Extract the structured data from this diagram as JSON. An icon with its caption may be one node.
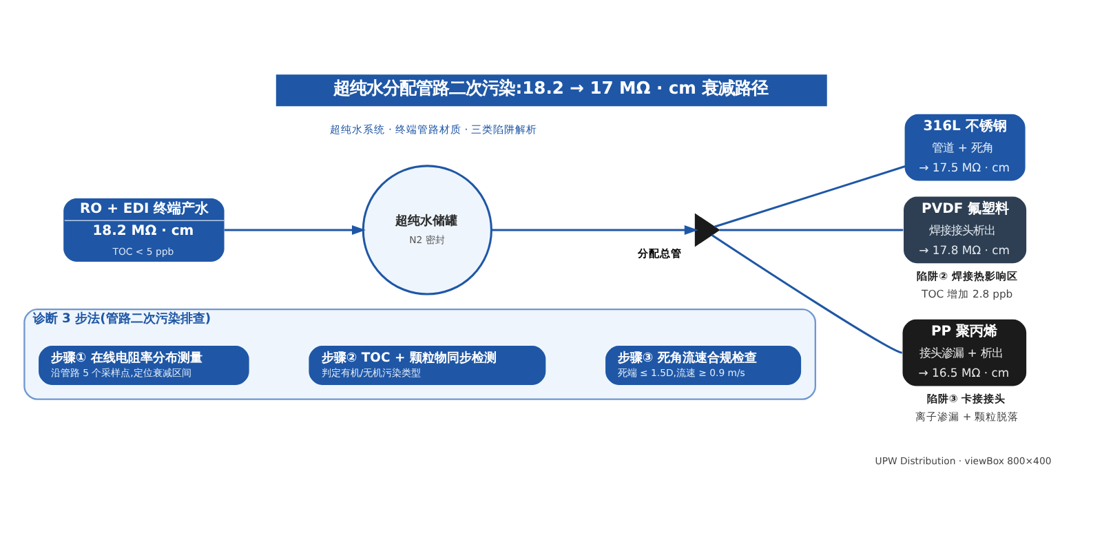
{
  "diagram": {
    "title": "超纯水分配管路二次污染:18.2 → 17 MΩ · cm 衰减路径",
    "nodes": [
      {
        "text": [
          "RO + EDI 终端产水",
          "18.2 MΩ · cm",
          "TOC < 5 ppb"
        ]
      },
      {
        "text": [
          "超纯水储罐",
          "N2 密封"
        ]
      },
      {
        "text": [],
        "shape": "triangle",
        "beside": [
          "分配总管"
        ]
      },
      {
        "text": [
          "316L 不锈钢",
          "管道 + 死角",
          "→ 17.5 MΩ · cm"
        ]
      },
      {
        "text": [
          "PVDF 氟塑料",
          "焊接接头析出",
          "→ 17.8 MΩ · cm"
        ],
        "beside": [
          "陷阱② 焊接热影响区",
          "TOC 增加 2.8 ppb"
        ]
      },
      {
        "text": [
          "PP 聚丙烯",
          "接头渗漏 + 析出",
          "→ 16.5 MΩ · cm"
        ],
        "beside": [
          "陷阱③ 卡接接头",
          "离子渗漏 + 颗粒脱落"
        ]
      },
      {
        "text": [
          "诊断 3 步法(管路二次污染排查)"
        ]
      },
      {
        "text": [
          "步骤① 在线电阻率分布测量",
          "沿管路 5 个采样点,定位衰减区间"
        ],
        "in": 6
      },
      {
        "text": [
          "步骤② TOC + 颗粒物同步检测",
          "判定有机/无机污染类型"
        ],
        "in": 6
      },
      {
        "text": [
          "步骤③ 死角流速合规检查",
          "死端 ≤ 1.5D,流速 ≥ 0.9 m/s"
        ],
        "in": 6
      }
    ],
    "edges": [
      {
        "from": 0,
        "to": 1,
        "arrow": "to"
      },
      {
        "from": 1,
        "to": 2,
        "arrow": "to"
      },
      {
        "from": 2,
        "to": 3,
        "arrow": "none"
      },
      {
        "from": 2,
        "to": 4,
        "arrow": "none"
      },
      {
        "from": 2,
        "to": 5,
        "arrow": "none"
      }
    ],
    "labels": [
      "超纯水系统 · 终端管路材质 · 三类陷阱解析",
      "UPW Distribution · viewBox 800×400"
    ]
  }
}
